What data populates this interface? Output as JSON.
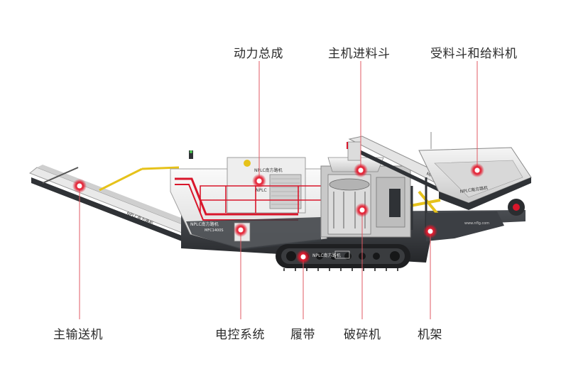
{
  "labels": {
    "power": "动力总成",
    "main_hopper": "主机进料斗",
    "receiving_hopper": "受料斗和给料机",
    "main_conveyor": "主输送机",
    "electric_control": "电控系统",
    "track": "履带",
    "crusher": "破碎机",
    "frame": "机架"
  },
  "brand": {
    "logo_text": "NPLC南方路机",
    "model": "MFC1400S",
    "model_short": "MFC1400S",
    "website": "www.nflg.com",
    "small_mark": "NPLC"
  },
  "colors": {
    "accent": "#d9162b",
    "leader_line": "#e05a63",
    "machine_white": "#f2f2f2",
    "machine_dark": "#3a3d42",
    "yellow": "#e6c21a"
  }
}
